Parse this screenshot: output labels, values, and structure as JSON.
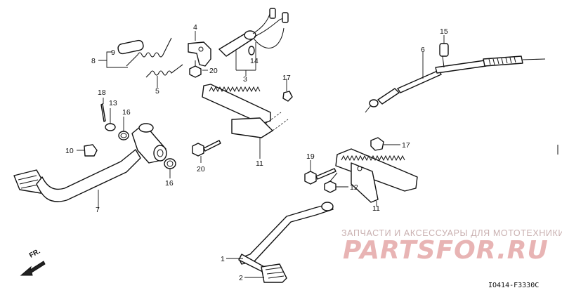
{
  "diagram": {
    "front_label": "FR.",
    "code": "IO414-F3330C",
    "watermark": {
      "caption": "ЗАПЧАСТИ И АКСЕССУАРЫ ДЛЯ МОТОТЕХНИКИ",
      "logo": "PARTSFOR.RU"
    },
    "callouts": [
      "1",
      "2",
      "3",
      "4",
      "5",
      "6",
      "7",
      "8",
      "9",
      "10",
      "11",
      "11",
      "12",
      "13",
      "14",
      "15",
      "16",
      "16",
      "17",
      "17",
      "18",
      "19",
      "20",
      "20"
    ]
  }
}
